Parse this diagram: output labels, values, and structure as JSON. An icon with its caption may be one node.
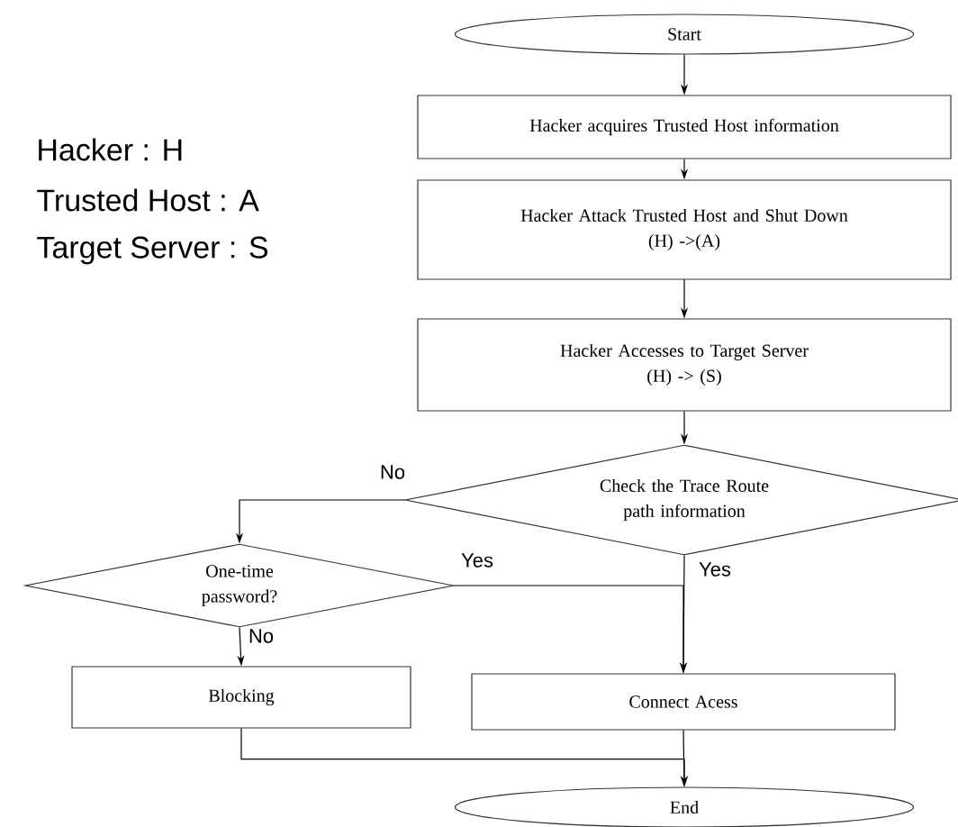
{
  "diagram": {
    "nodes": [
      {
        "text": [
          "Start"
        ]
      },
      {
        "text": [
          "Hacker acquires Trusted Host information"
        ]
      },
      {
        "text": [
          "Hacker Attack Trusted Host and Shut Down",
          "(H) ->(A)"
        ]
      },
      {
        "text": [
          "Hacker Accesses to Target Server",
          "(H) -> (S)"
        ]
      },
      {
        "text": [
          "Check the Trace Route path information"
        ]
      },
      {
        "text": [
          "One-time password?"
        ]
      },
      {
        "text": [
          "Blocking"
        ]
      },
      {
        "text": [
          "Connect Acess"
        ]
      },
      {
        "text": [
          "End"
        ]
      }
    ],
    "edges": [
      {
        "from": 0,
        "to": 1,
        "arrow": "to"
      },
      {
        "from": 1,
        "to": 2,
        "arrow": "to"
      },
      {
        "from": 2,
        "to": 3,
        "arrow": "to"
      },
      {
        "from": 3,
        "to": 4,
        "arrow": "to"
      },
      {
        "from": 4,
        "to": 5,
        "arrow": "to",
        "label": "No"
      },
      {
        "from": 4,
        "to": 7,
        "arrow": "to",
        "label": "Yes"
      },
      {
        "from": 5,
        "to": 7,
        "arrow": "to",
        "label": "Yes"
      },
      {
        "from": 5,
        "to": 6,
        "arrow": "to",
        "label": "No"
      },
      {
        "from": 6,
        "to": 8,
        "arrow": "to"
      },
      {
        "from": 7,
        "to": 8,
        "arrow": "to"
      }
    ],
    "labels": [
      "Hacker : H",
      "Trusted Host : A",
      "Target Server : S"
    ]
  }
}
